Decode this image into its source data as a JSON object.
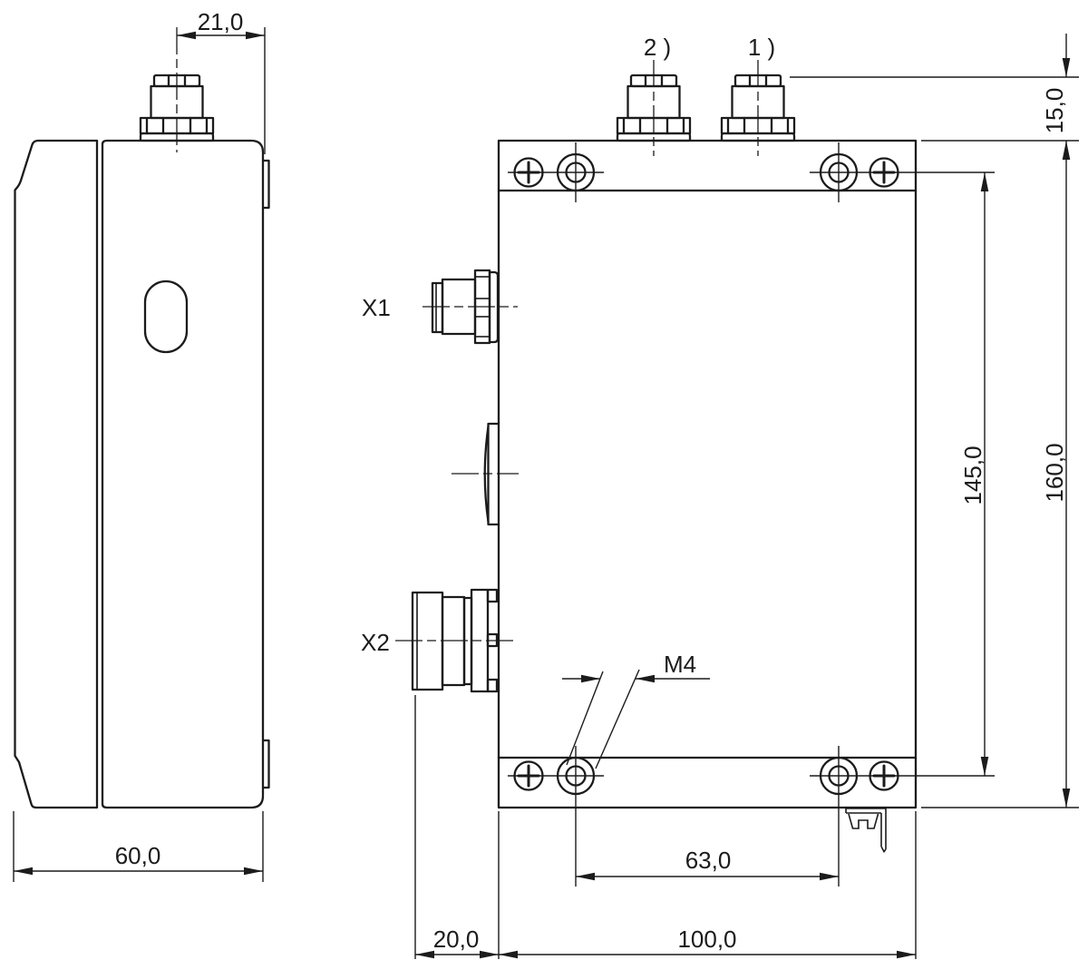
{
  "drawing": {
    "type": "technical-dimension-drawing",
    "background": "#ffffff",
    "line_color": "#1b1b1b",
    "connector_labels": {
      "top_second": "2 )",
      "top_first": "1 )",
      "side_upper": "X1",
      "side_lower": "X2"
    },
    "thread_label": "M4",
    "dimensions": {
      "connector_offset_top": "21,0",
      "housing_depth": "60,0",
      "connector_height": "15,0",
      "hole_spacing_vertical": "145,0",
      "housing_height": "160,0",
      "hole_spacing_horizontal": "63,0",
      "connector_protrusion": "20,0",
      "housing_width": "100,0"
    }
  }
}
